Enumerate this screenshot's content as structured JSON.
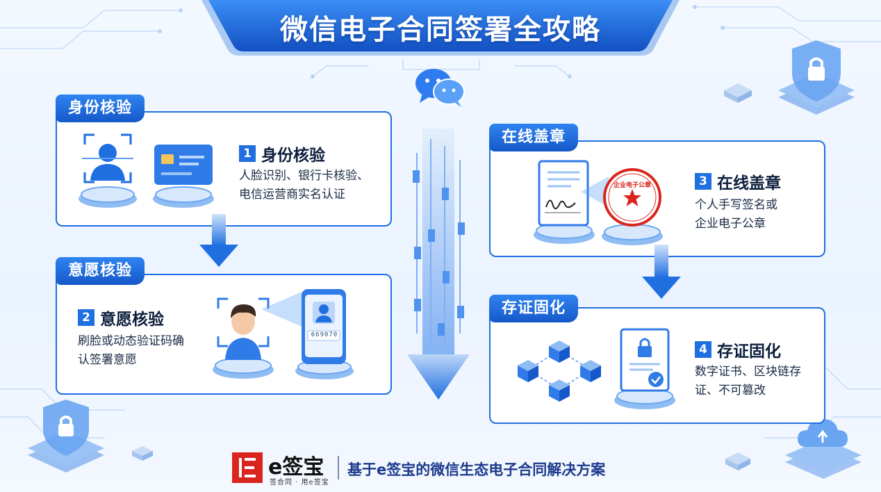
{
  "title": "微信电子合同签署全攻略",
  "cards": {
    "identity": {
      "tab": "身份核验",
      "num": "1",
      "title": "身份核验",
      "desc": [
        "人脸识别、银行卡核验、",
        "电信运营商实名认证"
      ]
    },
    "intent": {
      "tab": "意愿核验",
      "num": "2",
      "title": "意愿核验",
      "desc": [
        "刷脸或动态验证码确",
        "认签署意愿"
      ],
      "phone_code": "669070"
    },
    "seal": {
      "tab": "在线盖章",
      "num": "3",
      "title": "在线盖章",
      "desc": [
        "个人手写签名或",
        "企业电子公章"
      ],
      "seal_text": "企业电子公章"
    },
    "evidence": {
      "tab": "存证固化",
      "num": "4",
      "title": "存证固化",
      "desc": [
        "数字证书、区块链存",
        "证、不可篡改"
      ]
    }
  },
  "footer": {
    "logo_text": "e签宝",
    "logo_sub": "签合同 · 用e签宝",
    "tagline": "基于e签宝的微信生态电子合同解决方案"
  },
  "colors": {
    "primary": "#1f6fe0",
    "dark_blue": "#1558c9",
    "logo_red": "#d9251d"
  },
  "icons": [
    "wechat-icon",
    "shield-lock-icon",
    "face-scan-icon",
    "bank-card-icon",
    "phone-face-icon",
    "contract-signature-icon",
    "red-seal-icon",
    "blockchain-icon",
    "certificate-lock-icon",
    "cloud-icon"
  ]
}
